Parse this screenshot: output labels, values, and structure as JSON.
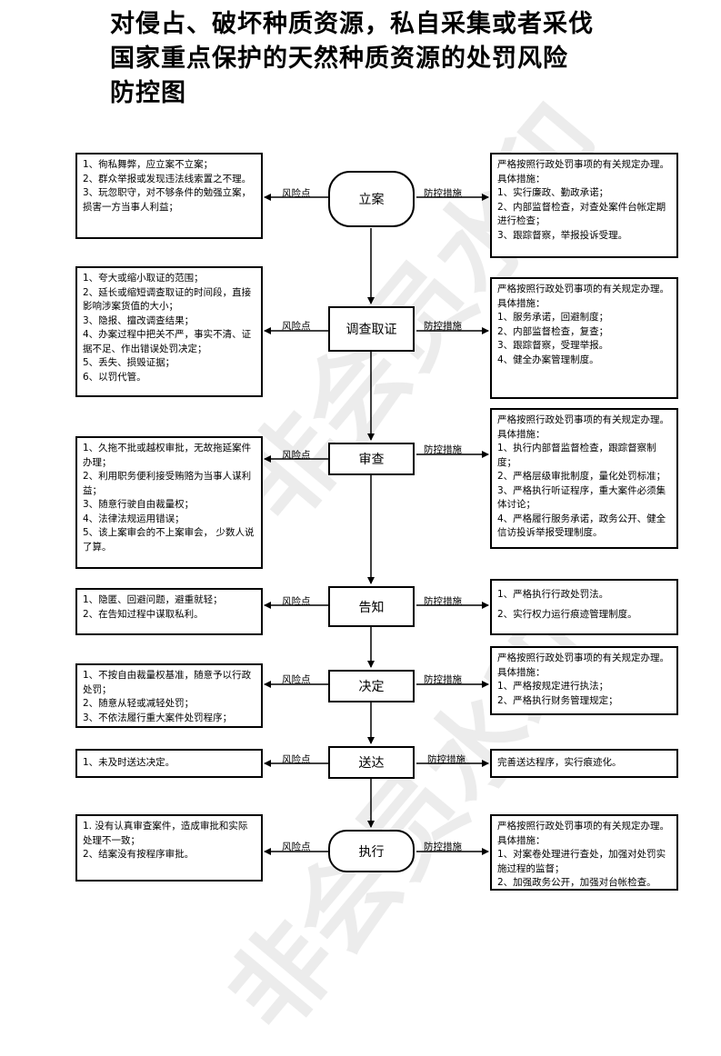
{
  "title": {
    "lines": [
      "对侵占、破坏种质资源，私自采集或者采伐",
      "国家重点保护的天然种质资源的处罚风险",
      "防控图"
    ]
  },
  "labels": {
    "risk": "风险点",
    "control": "防控措施"
  },
  "watermark": "非会员水印",
  "steps": [
    {
      "name": "立案",
      "risks": [
        "1、徇私舞弊，应立案不立案；",
        "2、群众举报或发现违法线索置之不理。",
        "3、玩忽职守，对不够条件的勉强立案，损害一方当事人利益；"
      ],
      "controls": [
        "严格按照行政处罚事项的有关规定办理。具体措施：",
        "1、实行廉政、勤政承诺；",
        "2、内部监督检查，对查处案件台帐定期进行检查；",
        "3、跟踪督察，举报投诉受理。"
      ]
    },
    {
      "name": "调查取证",
      "risks": [
        "1、夸大或缩小取证的范围；",
        "2、延长或缩短调查取证的时间段，直接影响涉案货值的大小；",
        "3、隐报、擅改调查结果；",
        "4、办案过程中把关不严，事实不清、证据不足、作出错误处罚决定；",
        "5、丢失、损毁证据；",
        "6、以罚代管。"
      ],
      "controls": [
        "严格按照行政处罚事项的有关规定办理。具体措施：",
        "1、服务承诺，回避制度；",
        "2、内部监督检查，复查；",
        "3、跟踪督察，受理举报。",
        "4、健全办案管理制度。"
      ]
    },
    {
      "name": "审查",
      "risks": [
        "1、久拖不批或越权审批，无故拖延案件办理；",
        "2、利用职务便利接受贿赂为当事人谋利益；",
        "3、随意行驶自由裁量权；",
        "4、法律法规运用错误；",
        "5、该上案审会的不上案审会， 少数人说了算。"
      ],
      "controls": [
        "严格按照行政处罚事项的有关规定办理。具体措施：",
        "1、执行内部督监督检查，跟踪督察制度；",
        "2、严格层级审批制度，量化处罚标准；",
        "3、严格执行听证程序，重大案件必须集体讨论；",
        "4、严格履行服务承诺，政务公开、健全信访投诉举报受理制度。"
      ]
    },
    {
      "name": "告知",
      "risks": [
        "1、隐匿、回避问题，避重就轻；",
        "2、在告知过程中谋取私利。"
      ],
      "controls": [
        "1、严格执行行政处罚法。",
        "2、实行权力运行痕迹管理制度。"
      ]
    },
    {
      "name": "决定",
      "risks": [
        "1、不按自由裁量权基准，随意予以行政处罚；",
        "2、随意从轻或减轻处罚；",
        "3、不依法履行重大案件处罚程序；"
      ],
      "controls": [
        "严格按照行政处罚事项的有关规定办理。具体措施：",
        "1、严格按规定进行执法；",
        "2、严格执行财务管理规定；"
      ]
    },
    {
      "name": "送达",
      "risks": [
        "1、未及时送达决定。"
      ],
      "controls": [
        "完善送达程序，实行痕迹化。"
      ]
    },
    {
      "name": "执行",
      "risks": [
        "1. 没有认真审查案件，造成审批和实际处理不一致；",
        "2、结案没有按程序审批。"
      ],
      "controls": [
        "严格按照行政处罚事项的有关规定办理。具体措施：",
        "1、对案卷处理进行查处，加强对处罚实施过程的监督；",
        "2、加强政务公开，加强对台帐检查。"
      ]
    }
  ]
}
